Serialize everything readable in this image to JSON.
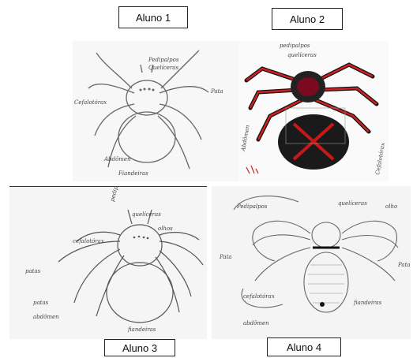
{
  "labels": {
    "aluno1": "Aluno 1",
    "aluno2": "Aluno 2",
    "aluno3": "Aluno 3",
    "aluno4": "Aluno 4"
  },
  "drawing1": {
    "annotations": [
      "Pedipalpos",
      "Quelíceras",
      "Pata",
      "Cefalotórax",
      "Abdômen",
      "Fiandeiras"
    ]
  },
  "drawing2": {
    "annotations": [
      "pedipalpos",
      "quelíceras",
      "Abdômen",
      "Cefalotórax"
    ]
  },
  "drawing3": {
    "annotations": [
      "pedipalpos",
      "quelíceras",
      "olhos",
      "cefalotórax",
      "patas",
      "abdômen",
      "fiandeiras"
    ]
  },
  "drawing4": {
    "annotations": [
      "Pedipalpos",
      "quelíceras",
      "olho",
      "Pata",
      "Pata",
      "cefalotórax",
      "abdômen",
      "fiandeiras"
    ]
  }
}
